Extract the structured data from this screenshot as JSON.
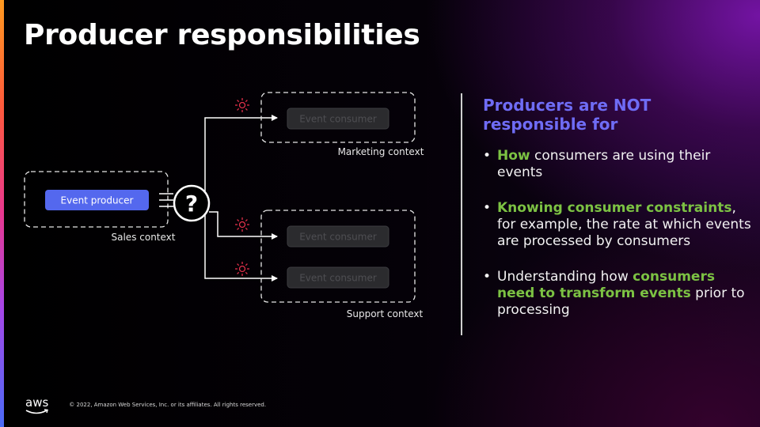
{
  "slide": {
    "title": "Producer responsibilities"
  },
  "diagram": {
    "producer_label": "Event producer",
    "question_mark": "?",
    "sales_context": "Sales context",
    "marketing_context": "Marketing context",
    "support_context": "Support context",
    "consumers": [
      {
        "label": "Event consumer"
      },
      {
        "label": "Event consumer"
      },
      {
        "label": "Event consumer"
      }
    ]
  },
  "right_panel": {
    "heading_line1": "Producers are NOT",
    "heading_line2": "responsible for",
    "bullets": [
      {
        "hl1": "How",
        "t1": " consumers are using their events"
      },
      {
        "hl1": "Knowing consumer constraints",
        "t1": ", for example, the rate at which events are processed by consumers"
      },
      {
        "t0": "Understanding how ",
        "hl1": "consumers need to transform events",
        "t1": " prior to processing"
      }
    ]
  },
  "footer": {
    "logo": "aws",
    "copyright": "© 2022, Amazon Web Services, Inc. or its affiliates. All rights reserved."
  },
  "colors": {
    "accent_heading": "#6f6cf5",
    "highlight_green": "#7cc243",
    "producer_button": "#5468ee",
    "event_icon": "#e0304a"
  }
}
